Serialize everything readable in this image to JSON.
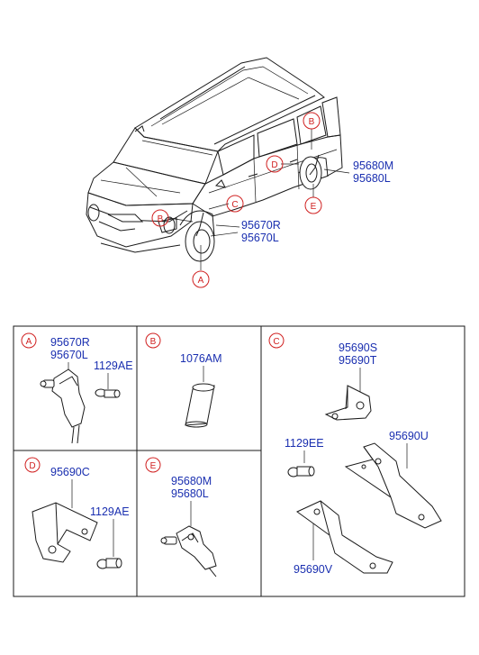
{
  "car_callouts": {
    "a": "A",
    "b1": "B",
    "b2": "B",
    "c": "C",
    "d": "D",
    "e": "E"
  },
  "car_labels": {
    "rear_1": "95680M",
    "rear_2": "95680L",
    "front_1": "95670R",
    "front_2": "95670L"
  },
  "panels": {
    "a": {
      "letter": "A",
      "part_1": "95670R",
      "part_2": "95670L",
      "bolt": "1129AE"
    },
    "b": {
      "letter": "B",
      "part_1": "1076AM"
    },
    "c": {
      "letter": "C",
      "part_1": "95690S",
      "part_2": "95690T",
      "bolt": "1129EE",
      "part_3": "95690U",
      "part_4": "95690V"
    },
    "d": {
      "letter": "D",
      "part_1": "95690C",
      "bolt": "1129AE"
    },
    "e": {
      "letter": "E",
      "part_1": "95680M",
      "part_2": "95680L"
    }
  },
  "colors": {
    "label": "#1a2fb0",
    "callout": "#d02020",
    "line": "#1a1a1a"
  }
}
